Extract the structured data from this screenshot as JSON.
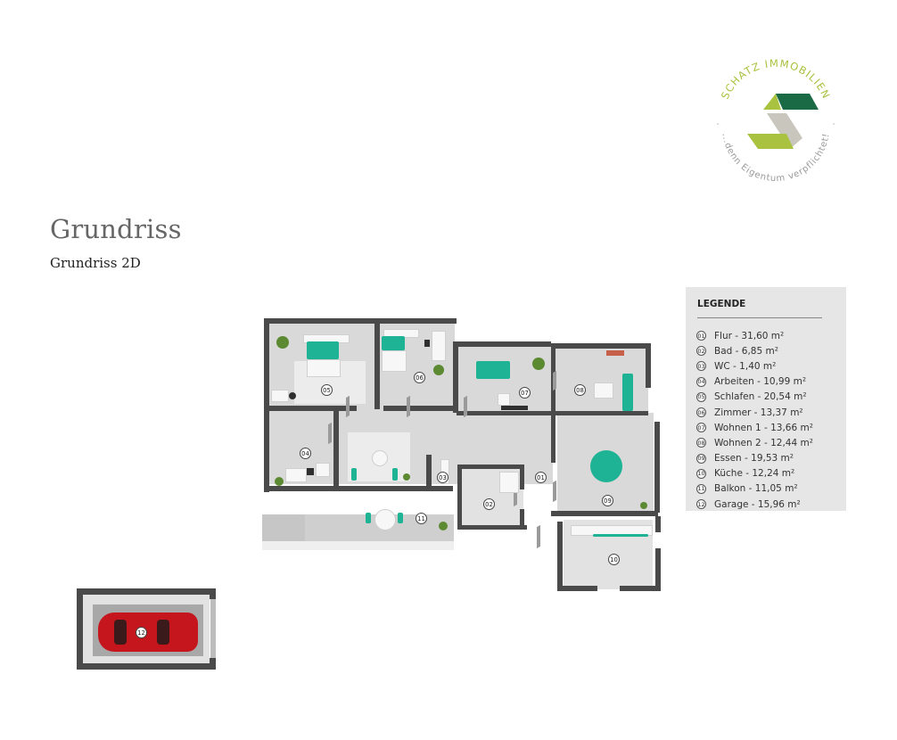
{
  "logo": {
    "brand_text": "SCHATZ IMMOBILIEN",
    "tagline": "...denn Eigentum verpflichtet!",
    "colors": {
      "dark_green": "#1a6b45",
      "light_green": "#a9c23f",
      "gray": "#c9c7bd",
      "text_green": "#a9c23f",
      "tagline_gray": "#9a9a9a"
    }
  },
  "header": {
    "title": "Grundriss",
    "subtitle": "Grundriss 2D"
  },
  "legend": {
    "title": "LEGENDE",
    "items": [
      {
        "num": "01",
        "label": "Flur - 31,60 m²"
      },
      {
        "num": "02",
        "label": "Bad - 6,85 m²"
      },
      {
        "num": "03",
        "label": "WC - 1,40 m²"
      },
      {
        "num": "04",
        "label": "Arbeiten - 10,99 m²"
      },
      {
        "num": "05",
        "label": "Schlafen - 20,54 m²"
      },
      {
        "num": "06",
        "label": "Zimmer - 13,37 m²"
      },
      {
        "num": "07",
        "label": "Wohnen 1 - 13,66 m²"
      },
      {
        "num": "08",
        "label": "Wohnen 2 - 12,44 m²"
      },
      {
        "num": "09",
        "label": "Essen - 19,53 m²"
      },
      {
        "num": "10",
        "label": "Küche - 12,24 m²"
      },
      {
        "num": "11",
        "label": "Balkon - 11,05 m²"
      },
      {
        "num": "12",
        "label": "Garage - 15,96 m²"
      }
    ]
  },
  "floorplan": {
    "room_badges": [
      "01",
      "02",
      "03",
      "04",
      "05",
      "06",
      "07",
      "08",
      "09",
      "10",
      "11",
      "12"
    ],
    "colors": {
      "wall": "#4a4a4a",
      "floor": "#d9d9d9",
      "furniture_accent": "#1db394",
      "car": "#c4161c"
    }
  }
}
